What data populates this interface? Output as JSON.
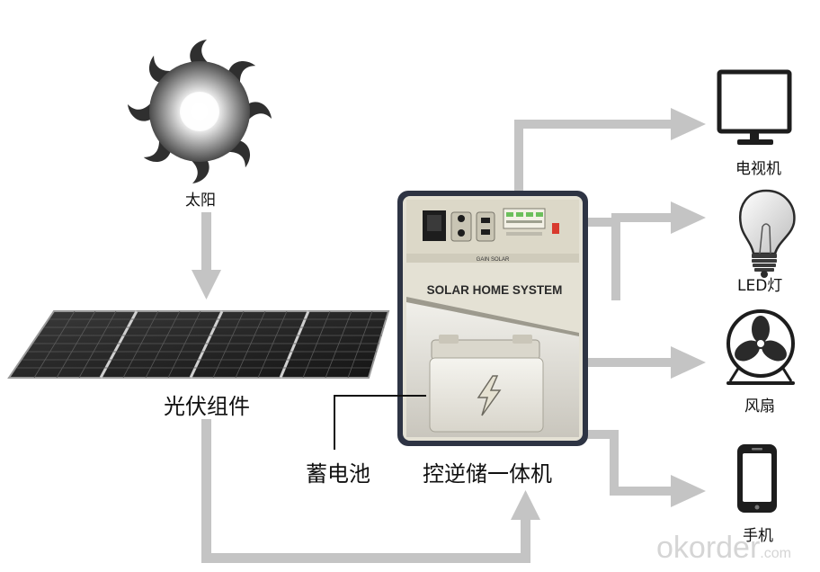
{
  "labels": {
    "sun": "太阳",
    "pv_module": "光伏组件",
    "battery": "蓄电池",
    "controller_inverter": "控逆储一体机",
    "tv": "电视机",
    "led_lamp": "LED灯",
    "fan": "风扇",
    "phone": "手机"
  },
  "device": {
    "brand": "GAIN SOLAR",
    "title": "SOLAR HOME SYSTEM"
  },
  "watermark": {
    "main": "okorder",
    "suffix": ".com"
  },
  "colors": {
    "arrow": "#c4c4c4",
    "device_body": "#e4e1d4",
    "device_dark": "#2e3444",
    "battery_bolt": "#e6e2d2"
  },
  "icons": [
    "sun-icon",
    "solar-panel-icon",
    "tv-icon",
    "bulb-icon",
    "fan-icon",
    "phone-icon",
    "battery-icon"
  ]
}
